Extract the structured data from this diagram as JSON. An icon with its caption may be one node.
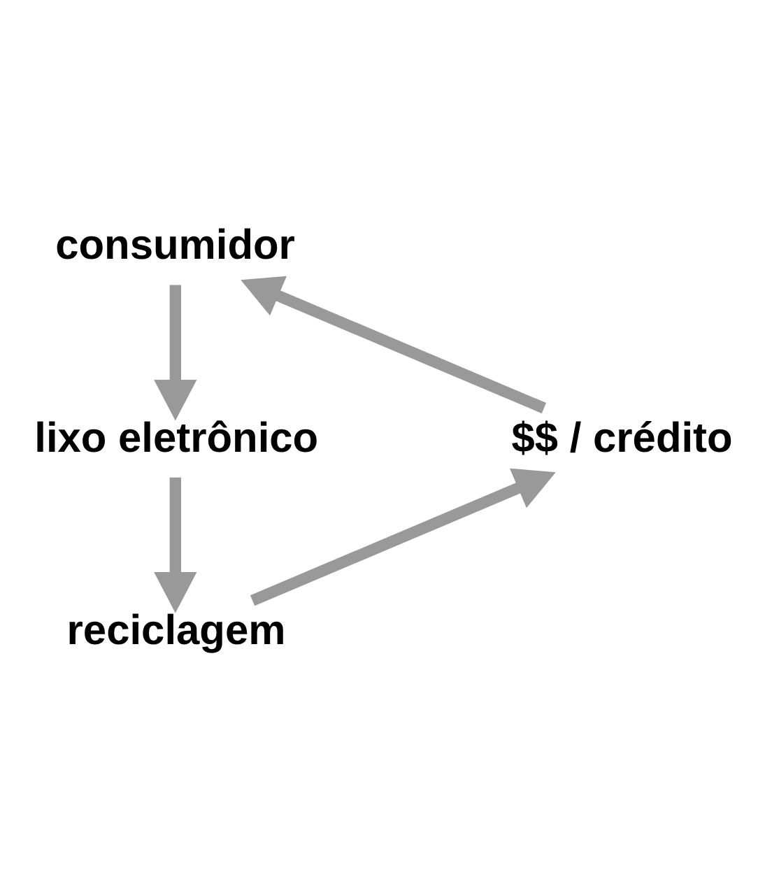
{
  "diagram": {
    "nodes": [
      {
        "text": [
          "consumidor"
        ]
      },
      {
        "text": [
          "lixo eletrônico"
        ]
      },
      {
        "text": [
          "reciclagem"
        ]
      },
      {
        "text": [
          "$$ / crédito"
        ]
      }
    ],
    "edges": [
      {
        "from": 0,
        "to": 1,
        "arrow": "to"
      },
      {
        "from": 1,
        "to": 2,
        "arrow": "to"
      },
      {
        "from": 2,
        "to": 3,
        "arrow": "to"
      },
      {
        "from": 3,
        "to": 0,
        "arrow": "to"
      }
    ]
  }
}
